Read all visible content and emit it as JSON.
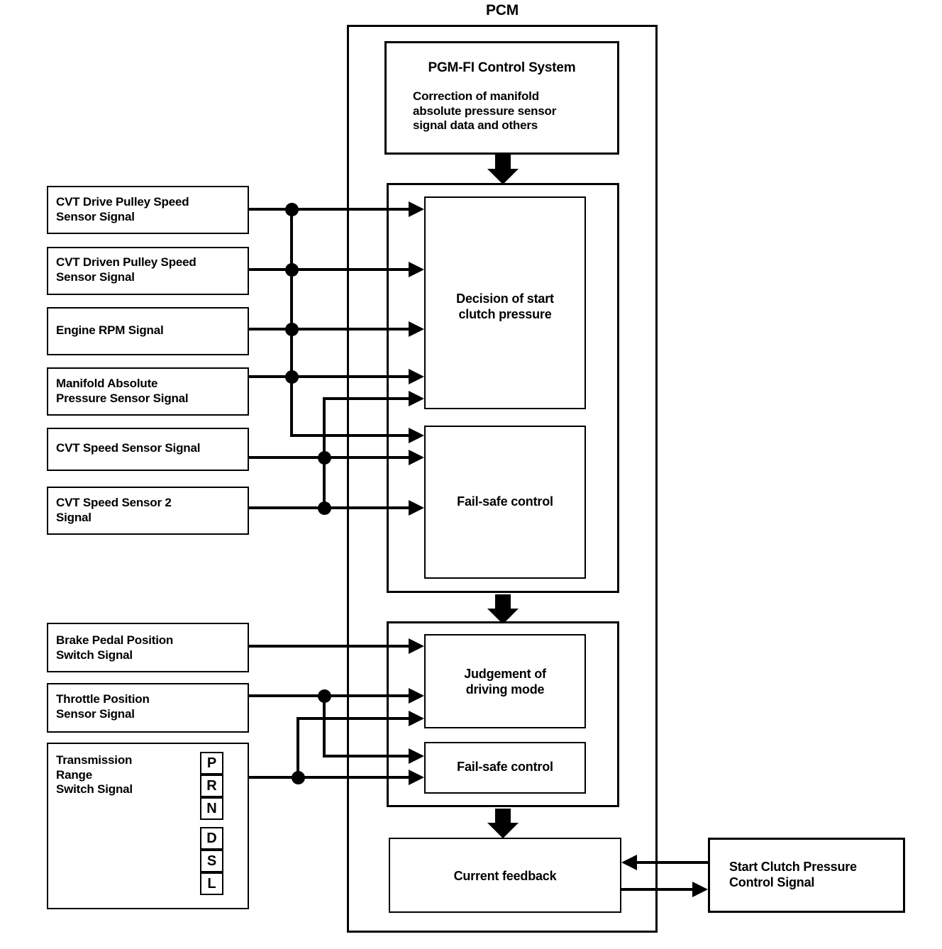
{
  "diagram": {
    "title": "PCM",
    "pcm_label": "PCM"
  },
  "pgmfi": {
    "heading": "PGM-FI Control System",
    "body": "Correction of manifold\nabsolute pressure sensor\nsignal data and others"
  },
  "process": {
    "decision": "Decision of start\nclutch pressure",
    "failsafe_upper": "Fail-safe control",
    "judgement": "Judgement of\ndriving mode",
    "failsafe_lower": "Fail-safe control",
    "current_feedback": "Current feedback"
  },
  "inputs": [
    {
      "id": "cvt-drive-pulley-speed-sensor-signal",
      "label": "CVT Drive Pulley Speed\nSensor Signal"
    },
    {
      "id": "cvt-driven-pulley-speed-sensor-signal",
      "label": "CVT Driven Pulley Speed\nSensor Signal"
    },
    {
      "id": "engine-rpm-signal",
      "label": "Engine RPM Signal"
    },
    {
      "id": "manifold-absolute-pressure-sensor-signal",
      "label": "Manifold Absolute\nPressure Sensor Signal"
    },
    {
      "id": "cvt-speed-sensor-signal",
      "label": "CVT Speed Sensor Signal"
    },
    {
      "id": "cvt-speed-sensor-2-signal",
      "label": "CVT Speed Sensor 2\nSignal"
    },
    {
      "id": "brake-pedal-position-switch-signal",
      "label": "Brake Pedal Position\nSwitch Signal"
    },
    {
      "id": "throttle-position-sensor-signal",
      "label": "Throttle Position\nSensor Signal"
    },
    {
      "id": "transmission-range-switch-signal",
      "label": "Transmission\nRange\nSwitch Signal"
    }
  ],
  "gear_positions": [
    "P",
    "R",
    "N",
    "D",
    "S",
    "L"
  ],
  "output": {
    "start_clutch_pressure_control_signal": "Start Clutch Pressure\nControl Signal"
  },
  "colors": {
    "line": "#000000",
    "background": "#ffffff",
    "text": "#000000"
  }
}
